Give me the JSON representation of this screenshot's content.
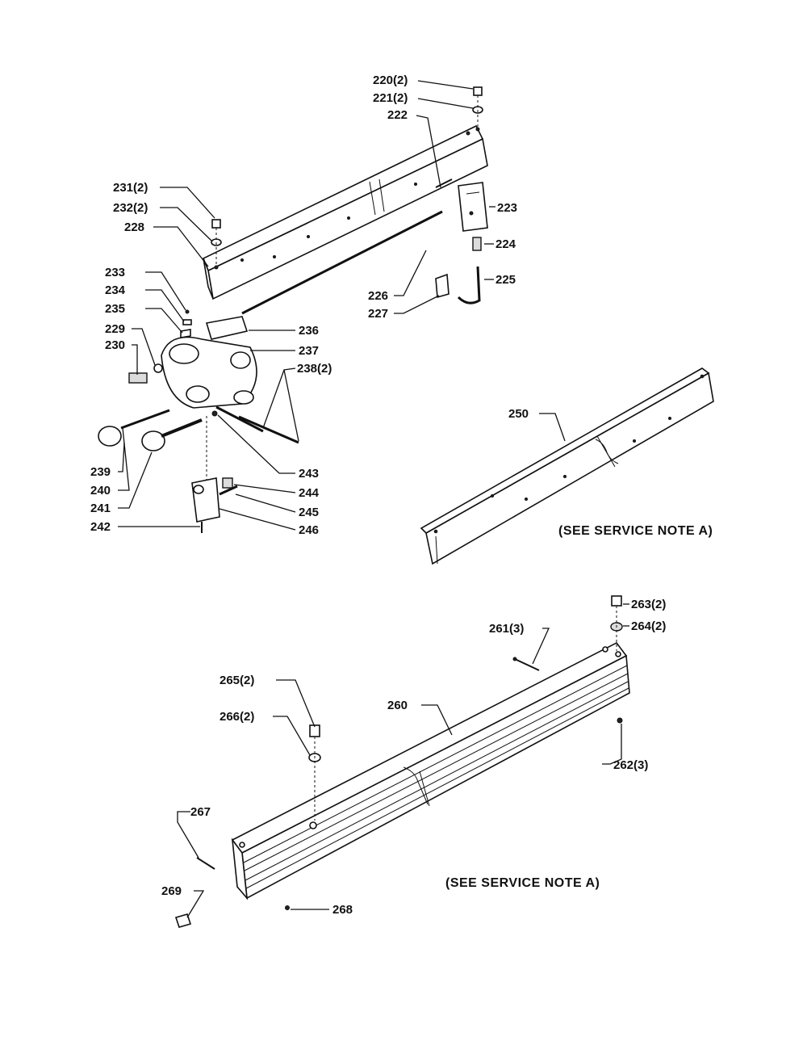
{
  "diagram": {
    "labels": {
      "p220": "220(2)",
      "p221": "221(2)",
      "p222": "222",
      "p223": "223",
      "p224": "224",
      "p225": "225",
      "p226": "226",
      "p227": "227",
      "p228": "228",
      "p229": "229",
      "p230": "230",
      "p231": "231(2)",
      "p232": "232(2)",
      "p233": "233",
      "p234": "234",
      "p235": "235",
      "p236": "236",
      "p237": "237",
      "p238": "238(2)",
      "p239": "239",
      "p240": "240",
      "p241": "241",
      "p242": "242",
      "p243": "243",
      "p244": "244",
      "p245": "245",
      "p246": "246",
      "p250": "250",
      "p260": "260",
      "p261": "261(3)",
      "p262": "262(3)",
      "p263": "263(2)",
      "p264": "264(2)",
      "p265": "265(2)",
      "p266": "266(2)",
      "p267": "267",
      "p268": "268",
      "p269": "269"
    },
    "notes": {
      "upper": "(SEE SERVICE NOTE A)",
      "lower": "(SEE SERVICE NOTE A)"
    }
  }
}
